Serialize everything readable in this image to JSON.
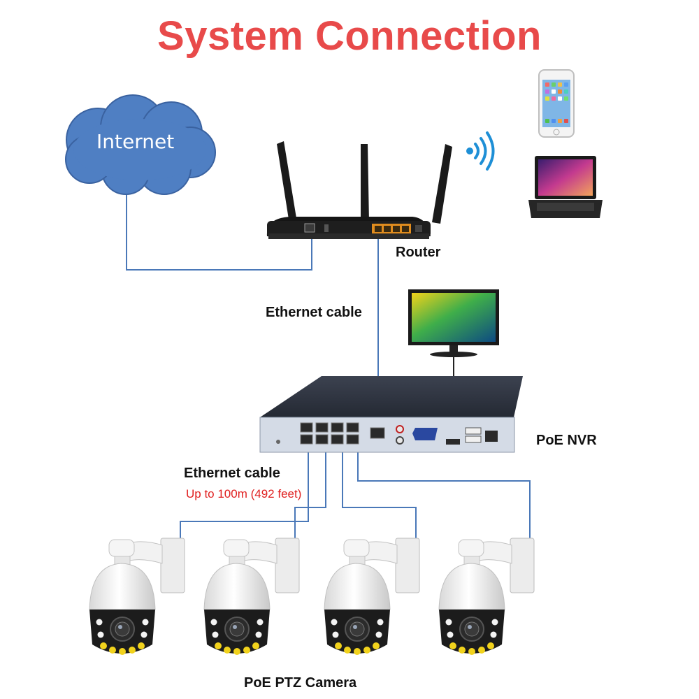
{
  "title": "System Connection",
  "labels": {
    "internet": "Internet",
    "router": "Router",
    "ethernet_cable_top": "Ethernet cable",
    "poe_nvr": "PoE NVR",
    "ethernet_cable_bottom": "Ethernet cable",
    "distance": "Up to 100m (492 feet)",
    "cameras": "PoE PTZ Camera"
  },
  "colors": {
    "title": "#e84a4a",
    "cable": "#4a78b8",
    "cloud": "#4f7fc3",
    "distance_text": "#e02020"
  },
  "icons": [
    "cloud-icon",
    "router-icon",
    "wifi-signal-icon",
    "smartphone-icon",
    "laptop-icon",
    "monitor-icon",
    "nvr-icon",
    "ptz-camera-icon"
  ]
}
